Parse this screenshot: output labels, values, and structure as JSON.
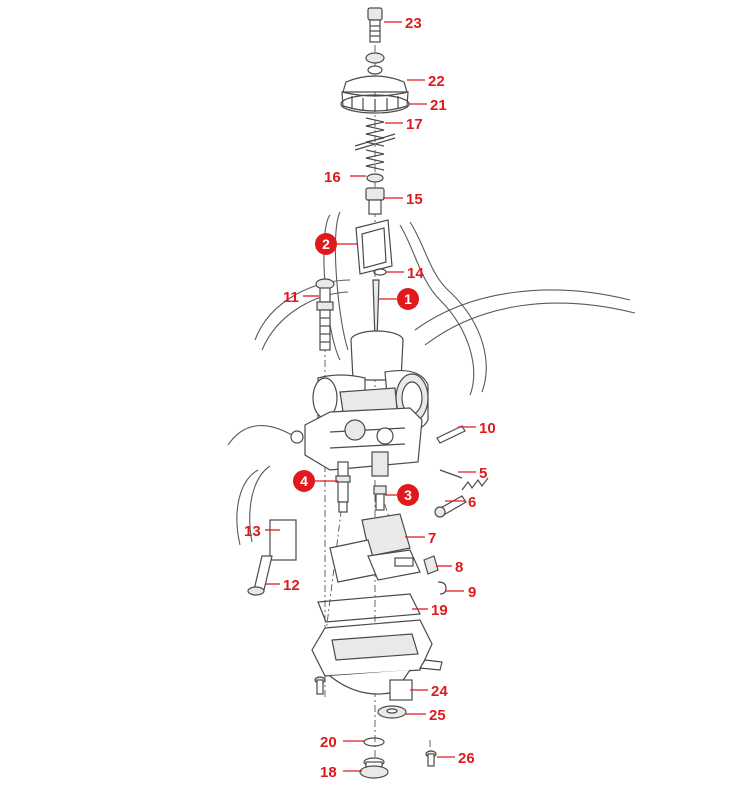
{
  "diagram": {
    "accent_color": "#e0191d",
    "callouts": [
      {
        "id": "23",
        "label": "23"
      },
      {
        "id": "22",
        "label": "22"
      },
      {
        "id": "21",
        "label": "21"
      },
      {
        "id": "17",
        "label": "17"
      },
      {
        "id": "16",
        "label": "16"
      },
      {
        "id": "15",
        "label": "15"
      },
      {
        "id": "2",
        "label": "2",
        "highlighted": true
      },
      {
        "id": "14",
        "label": "14"
      },
      {
        "id": "11",
        "label": "11"
      },
      {
        "id": "1",
        "label": "1",
        "highlighted": true
      },
      {
        "id": "10",
        "label": "10"
      },
      {
        "id": "5",
        "label": "5"
      },
      {
        "id": "4",
        "label": "4",
        "highlighted": true
      },
      {
        "id": "3",
        "label": "3",
        "highlighted": true
      },
      {
        "id": "6",
        "label": "6"
      },
      {
        "id": "13",
        "label": "13"
      },
      {
        "id": "7",
        "label": "7"
      },
      {
        "id": "8",
        "label": "8"
      },
      {
        "id": "9",
        "label": "9"
      },
      {
        "id": "12",
        "label": "12"
      },
      {
        "id": "19",
        "label": "19"
      },
      {
        "id": "24",
        "label": "24"
      },
      {
        "id": "25",
        "label": "25"
      },
      {
        "id": "20",
        "label": "20"
      },
      {
        "id": "26",
        "label": "26"
      },
      {
        "id": "18",
        "label": "18"
      }
    ]
  }
}
